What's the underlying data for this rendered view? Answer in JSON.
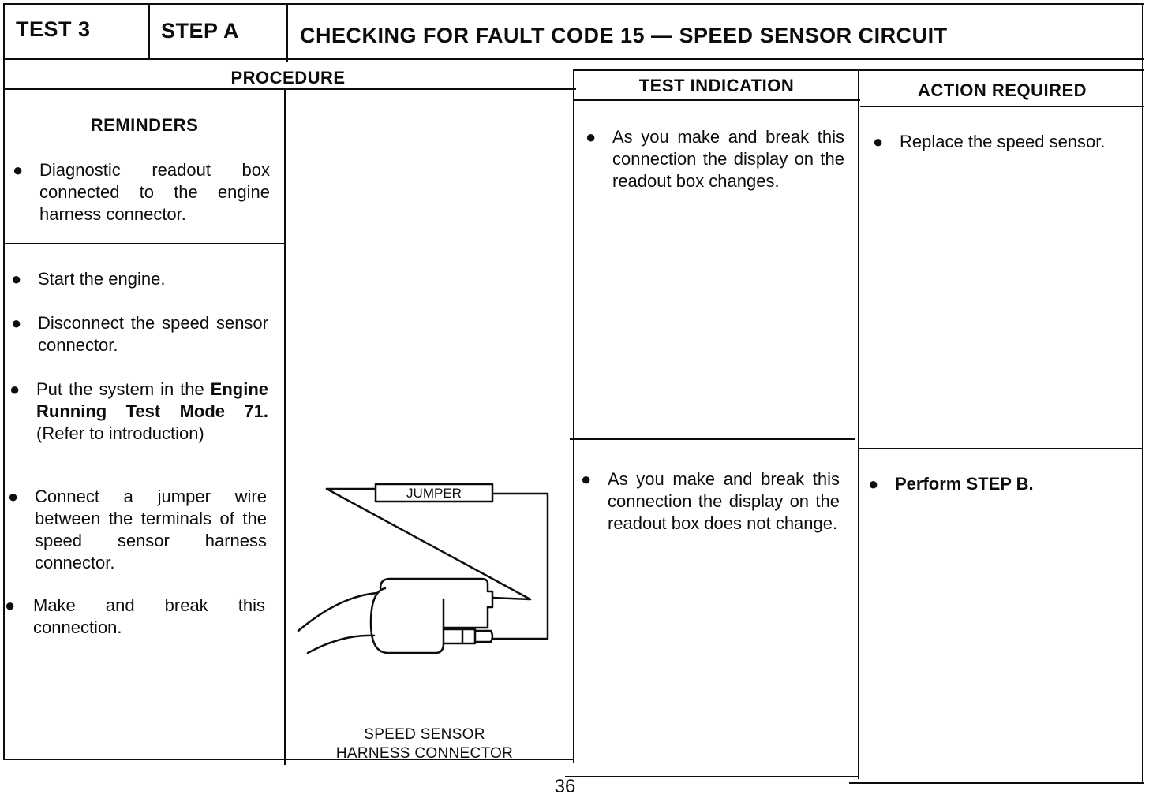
{
  "header": {
    "test": "TEST 3",
    "step": "STEP A",
    "title": "CHECKING FOR FAULT CODE 15 — SPEED SENSOR CIRCUIT"
  },
  "columns": {
    "procedure": "PROCEDURE",
    "test_indication": "TEST INDICATION",
    "action_required": "ACTION REQUIRED"
  },
  "reminders": {
    "title": "REMINDERS",
    "items": [
      "Diagnostic readout box connected to the engine harness connector."
    ]
  },
  "procedure_steps": {
    "start": "Start the engine.",
    "disconnect": "Disconnect the speed sensor connector.",
    "put_system_pre": "Put the system in the ",
    "put_system_bold": "Engine Running Test Mode 71.",
    "put_system_post": " (Refer to introduction)",
    "jumper": "Connect a jumper wire between the terminals of the speed sensor harness connector.",
    "make_break": "Make and break this connection."
  },
  "diagram": {
    "jumper_label": "JUMPER",
    "caption_line1": "SPEED SENSOR",
    "caption_line2": "HARNESS CONNECTOR"
  },
  "results": [
    {
      "indication": "As you make and break this connection the display on the readout box changes.",
      "action": "Replace the speed sensor."
    },
    {
      "indication": "As you make and break this connection the display on the readout box does not change.",
      "action": "Perform STEP B."
    }
  ],
  "bullet": "●",
  "page_number": "36",
  "colors": {
    "ink": "#0d0d0d",
    "paper": "#ffffff"
  }
}
